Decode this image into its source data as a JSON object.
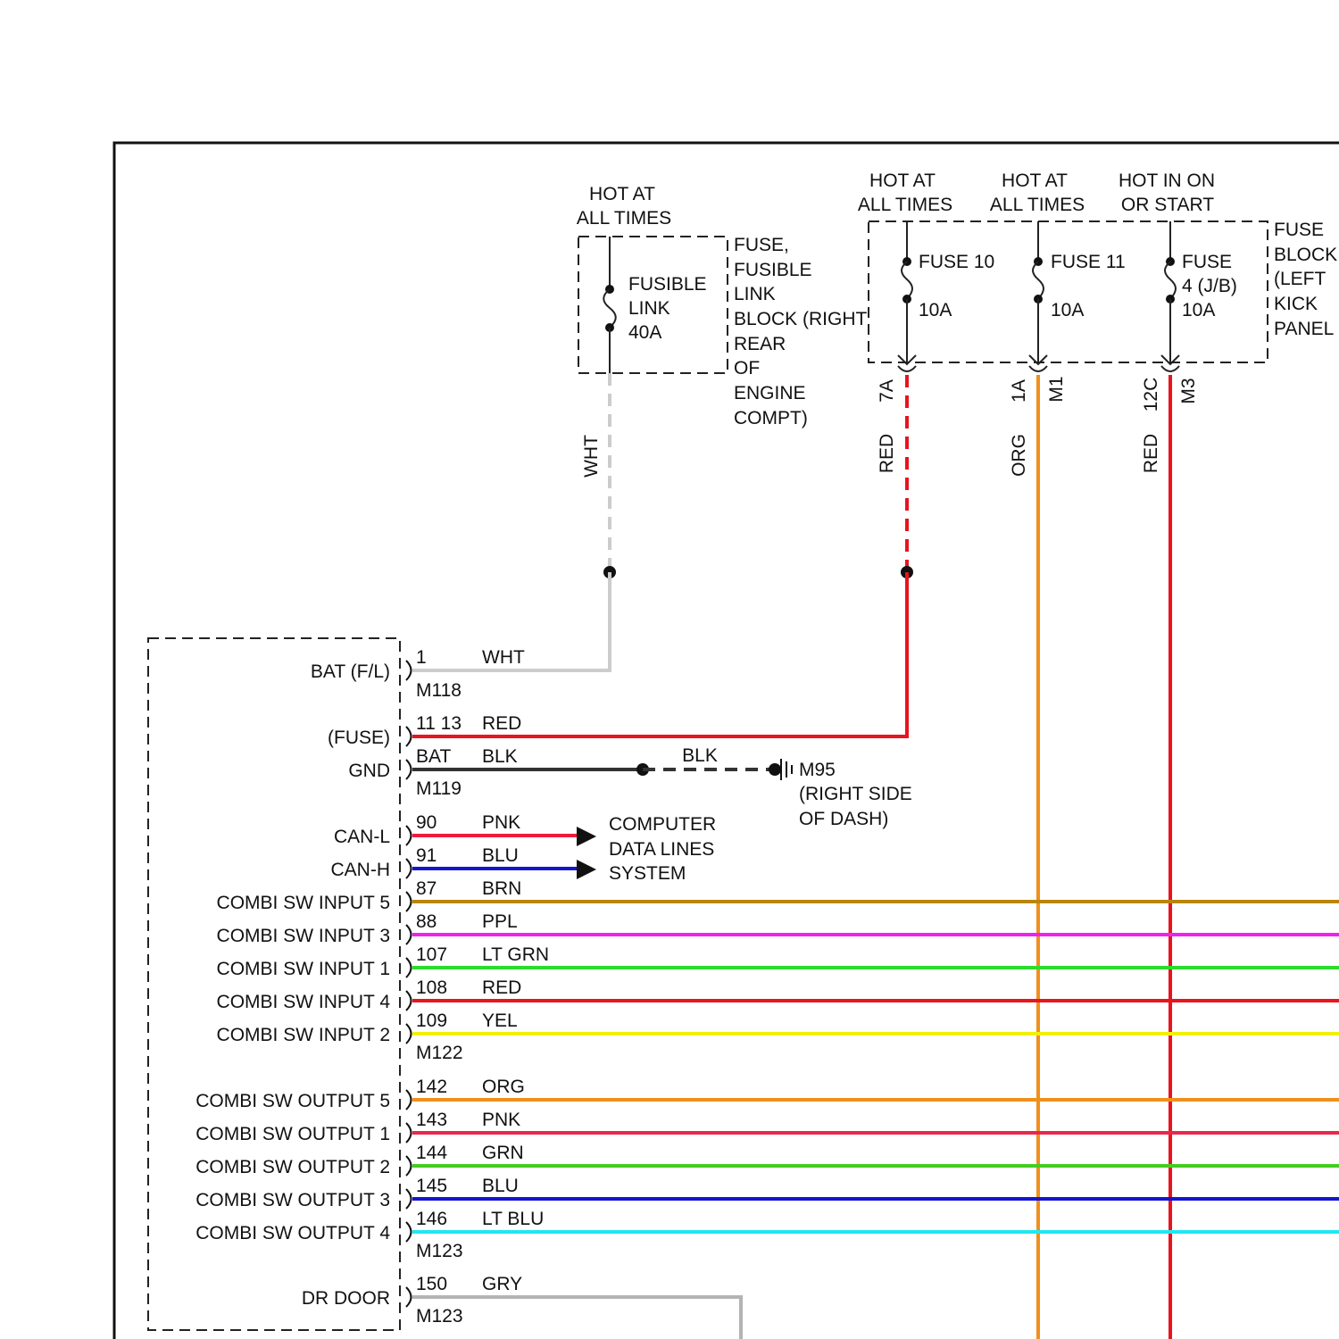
{
  "fusible_link": {
    "supply_label": [
      "HOT AT",
      "ALL TIMES"
    ],
    "element_label": [
      "FUSIBLE",
      "LINK",
      "40A"
    ],
    "block_label": [
      "FUSE,",
      "FUSIBLE",
      "LINK",
      "BLOCK (RIGHT",
      "REAR",
      "OF",
      "ENGINE",
      "COMPT)"
    ],
    "wire_color_label": "WHT"
  },
  "fuse_block": {
    "label": [
      "FUSE",
      "BLOCK",
      "(LEFT",
      "KICK",
      "PANEL"
    ],
    "fuses": [
      {
        "supply": [
          "HOT AT",
          "ALL TIMES"
        ],
        "name": [
          "FUSE 10"
        ],
        "rating": "10A",
        "pin": "7A",
        "connector": "",
        "wire_label": "RED",
        "wire_hex": "#e8141e"
      },
      {
        "supply": [
          "HOT AT",
          "ALL TIMES"
        ],
        "name": [
          "FUSE 11"
        ],
        "rating": "10A",
        "pin": "1A",
        "connector": "M1",
        "wire_label": "ORG",
        "wire_hex": "#f0901c"
      },
      {
        "supply": [
          "HOT IN ON",
          "OR START"
        ],
        "name": [
          "FUSE",
          "4 (J/B)"
        ],
        "rating": "10A",
        "pin": "12C",
        "connector": "M3",
        "wire_label": "RED",
        "wire_hex": "#e8141e"
      }
    ]
  },
  "module": {
    "pins": [
      {
        "name": "BAT (F/L)",
        "pin": "1",
        "wire": "WHT",
        "hex": "#cccccc"
      },
      {
        "name": "(FUSE)",
        "pin": "11 13",
        "wire": "RED",
        "hex": "#e8141e"
      },
      {
        "name": "GND",
        "pin": "BAT",
        "wire": "BLK",
        "hex": "#333333"
      },
      {
        "name": "CAN-L",
        "pin": "90",
        "wire": "PNK",
        "hex": "#ee1c3c"
      },
      {
        "name": "CAN-H",
        "pin": "91",
        "wire": "BLU",
        "hex": "#1414d2"
      },
      {
        "name": "COMBI SW INPUT 5",
        "pin": "87",
        "wire": "BRN",
        "hex": "#b8860b"
      },
      {
        "name": "COMBI SW INPUT 3",
        "pin": "88",
        "wire": "PPL",
        "hex": "#ee22ee"
      },
      {
        "name": "COMBI SW INPUT 1",
        "pin": "107",
        "wire": "LT GRN",
        "hex": "#2cdc2c"
      },
      {
        "name": "COMBI SW INPUT 4",
        "pin": "108",
        "wire": "RED",
        "hex": "#e8141e"
      },
      {
        "name": "COMBI SW INPUT 2",
        "pin": "109",
        "wire": "YEL",
        "hex": "#f2f000"
      },
      {
        "name": "COMBI SW OUTPUT 5",
        "pin": "142",
        "wire": "ORG",
        "hex": "#f0901c"
      },
      {
        "name": "COMBI SW OUTPUT 1",
        "pin": "143",
        "wire": "PNK",
        "hex": "#e8284c"
      },
      {
        "name": "COMBI SW OUTPUT 2",
        "pin": "144",
        "wire": "GRN",
        "hex": "#44cc22"
      },
      {
        "name": "COMBI SW OUTPUT 3",
        "pin": "145",
        "wire": "BLU",
        "hex": "#1414d2"
      },
      {
        "name": "COMBI SW OUTPUT 4",
        "pin": "146",
        "wire": "LT BLU",
        "hex": "#22e6f0"
      },
      {
        "name": "DR DOOR",
        "pin": "150",
        "wire": "GRY",
        "hex": "#b4b4b4"
      }
    ],
    "connectors": [
      "M118",
      "M119",
      "M122",
      "M123",
      "M123"
    ]
  },
  "ground": {
    "wire_label": "BLK",
    "label": [
      "M95",
      "(RIGHT SIDE",
      "OF DASH)"
    ]
  },
  "can_destination": [
    "COMPUTER",
    "DATA LINES",
    "SYSTEM"
  ]
}
